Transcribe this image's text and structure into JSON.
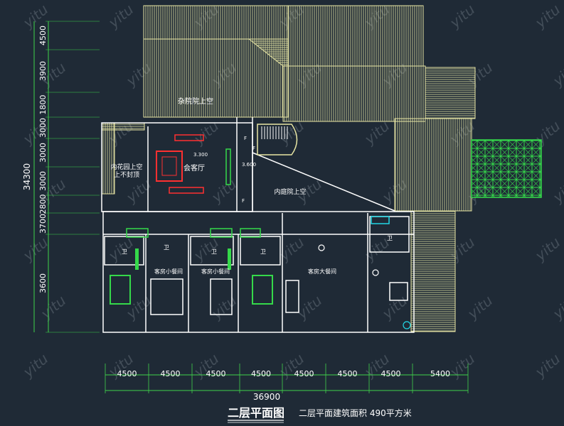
{
  "watermark": "yitu",
  "dimensions": {
    "left_vertical": [
      "4500",
      "3900",
      "1800",
      "3000",
      "3000",
      "3000",
      "2800",
      "3700",
      "3600"
    ],
    "left_total": "34300",
    "bottom": [
      "4500",
      "4500",
      "4500",
      "4500",
      "4500",
      "4500",
      "4500",
      "5400"
    ],
    "bottom_total": "36900"
  },
  "rooms": {
    "courtyard_void_top": "杂院院上空",
    "inner_garden_void_line1": "内花园上空",
    "inner_garden_void_line2": "上不封顶",
    "reception_hall": "会客厅",
    "inner_courtyard_void": "内庭院上空",
    "private_dining_1": "客房小餐间",
    "private_dining_2": "客房小餐间",
    "large_dining": "客房大餐间",
    "bath_1": "卫",
    "bath_2": "卫",
    "bath_3": "卫",
    "bath_4": "卫",
    "bath_5": "卫",
    "stair_mark_1": "F",
    "stair_mark_2": "F",
    "stair_mark_3": "F"
  },
  "levels": {
    "hall": "3.300",
    "stair": "3.600"
  },
  "title": "二层平面图",
  "subtitle": "二层平面建筑面积  490平方米",
  "colors": {
    "background": "#1f2a36",
    "roof_hatch": "#e8e6a4",
    "wall": "#ffffff",
    "furniture_red": "#ff3030",
    "furniture_green": "#35d94a",
    "fixture_cyan": "#22d7e6",
    "dim_green": "#3fd24a",
    "watermark": "#5f6a75"
  }
}
